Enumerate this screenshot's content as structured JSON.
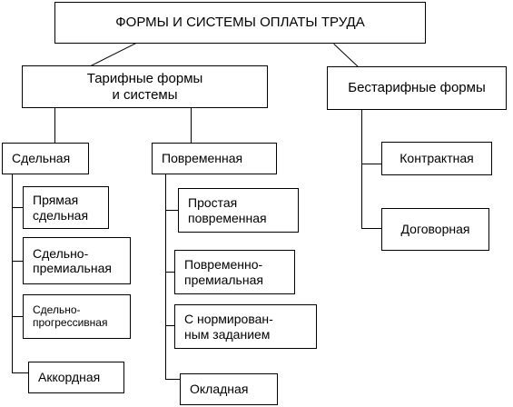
{
  "root": {
    "label": "ФОРМЫ И СИСТЕМЫ ОПЛАТЫ ТРУДА"
  },
  "tariff": {
    "label": "Тарифные формы\nи системы",
    "piecework": {
      "label": "Сдельная",
      "items": [
        "Прямая\nсдельная",
        "Сдельно-\nпремиальная",
        "Сдельно-\nпрогрессивная",
        "Аккордная"
      ]
    },
    "timebased": {
      "label": "Повременная",
      "items": [
        "Простая\nповременная",
        "Повременно-\nпремиальная",
        "С нормирован-\nным заданием",
        "Окладная"
      ]
    }
  },
  "nontariff": {
    "label": "Бестарифные формы",
    "items": [
      "Контрактная",
      "Договорная"
    ]
  }
}
